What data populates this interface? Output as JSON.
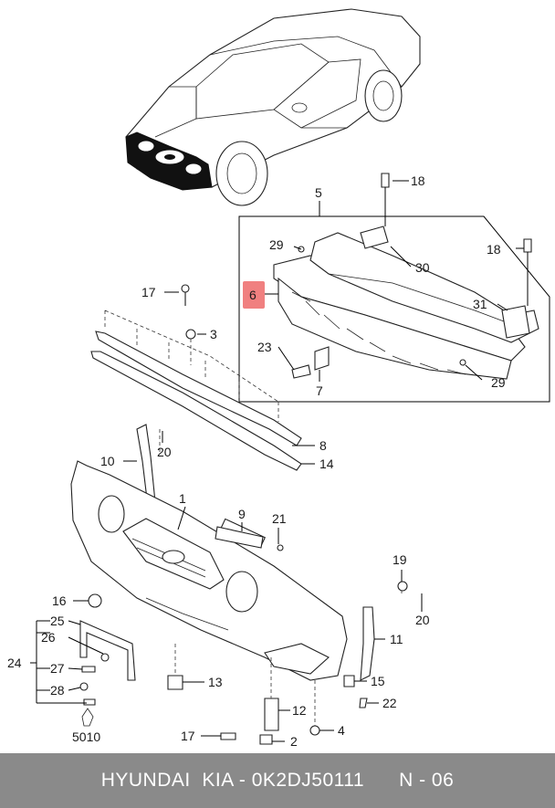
{
  "callouts": {
    "c1": "1",
    "c2": "2",
    "c3": "3",
    "c4": "4",
    "c5": "5",
    "c6": "6",
    "c7": "7",
    "c8": "8",
    "c9": "9",
    "c10": "10",
    "c11": "11",
    "c12": "12",
    "c13": "13",
    "c14": "14",
    "c15": "15",
    "c16": "16",
    "c17a": "17",
    "c17b": "17",
    "c18a": "18",
    "c18b": "18",
    "c19": "19",
    "c20a": "20",
    "c20b": "20",
    "c21": "21",
    "c22": "22",
    "c23": "23",
    "c24": "24",
    "c25": "25",
    "c26": "26",
    "c27": "27",
    "c28": "28",
    "c29a": "29",
    "c29b": "29",
    "c30": "30",
    "c31": "31",
    "c5010": "5010"
  },
  "highlight_color": "#f08080",
  "footer": {
    "brand": "HYUNDAI  KIA - 0K2DJ50111",
    "page": "N - 06"
  }
}
